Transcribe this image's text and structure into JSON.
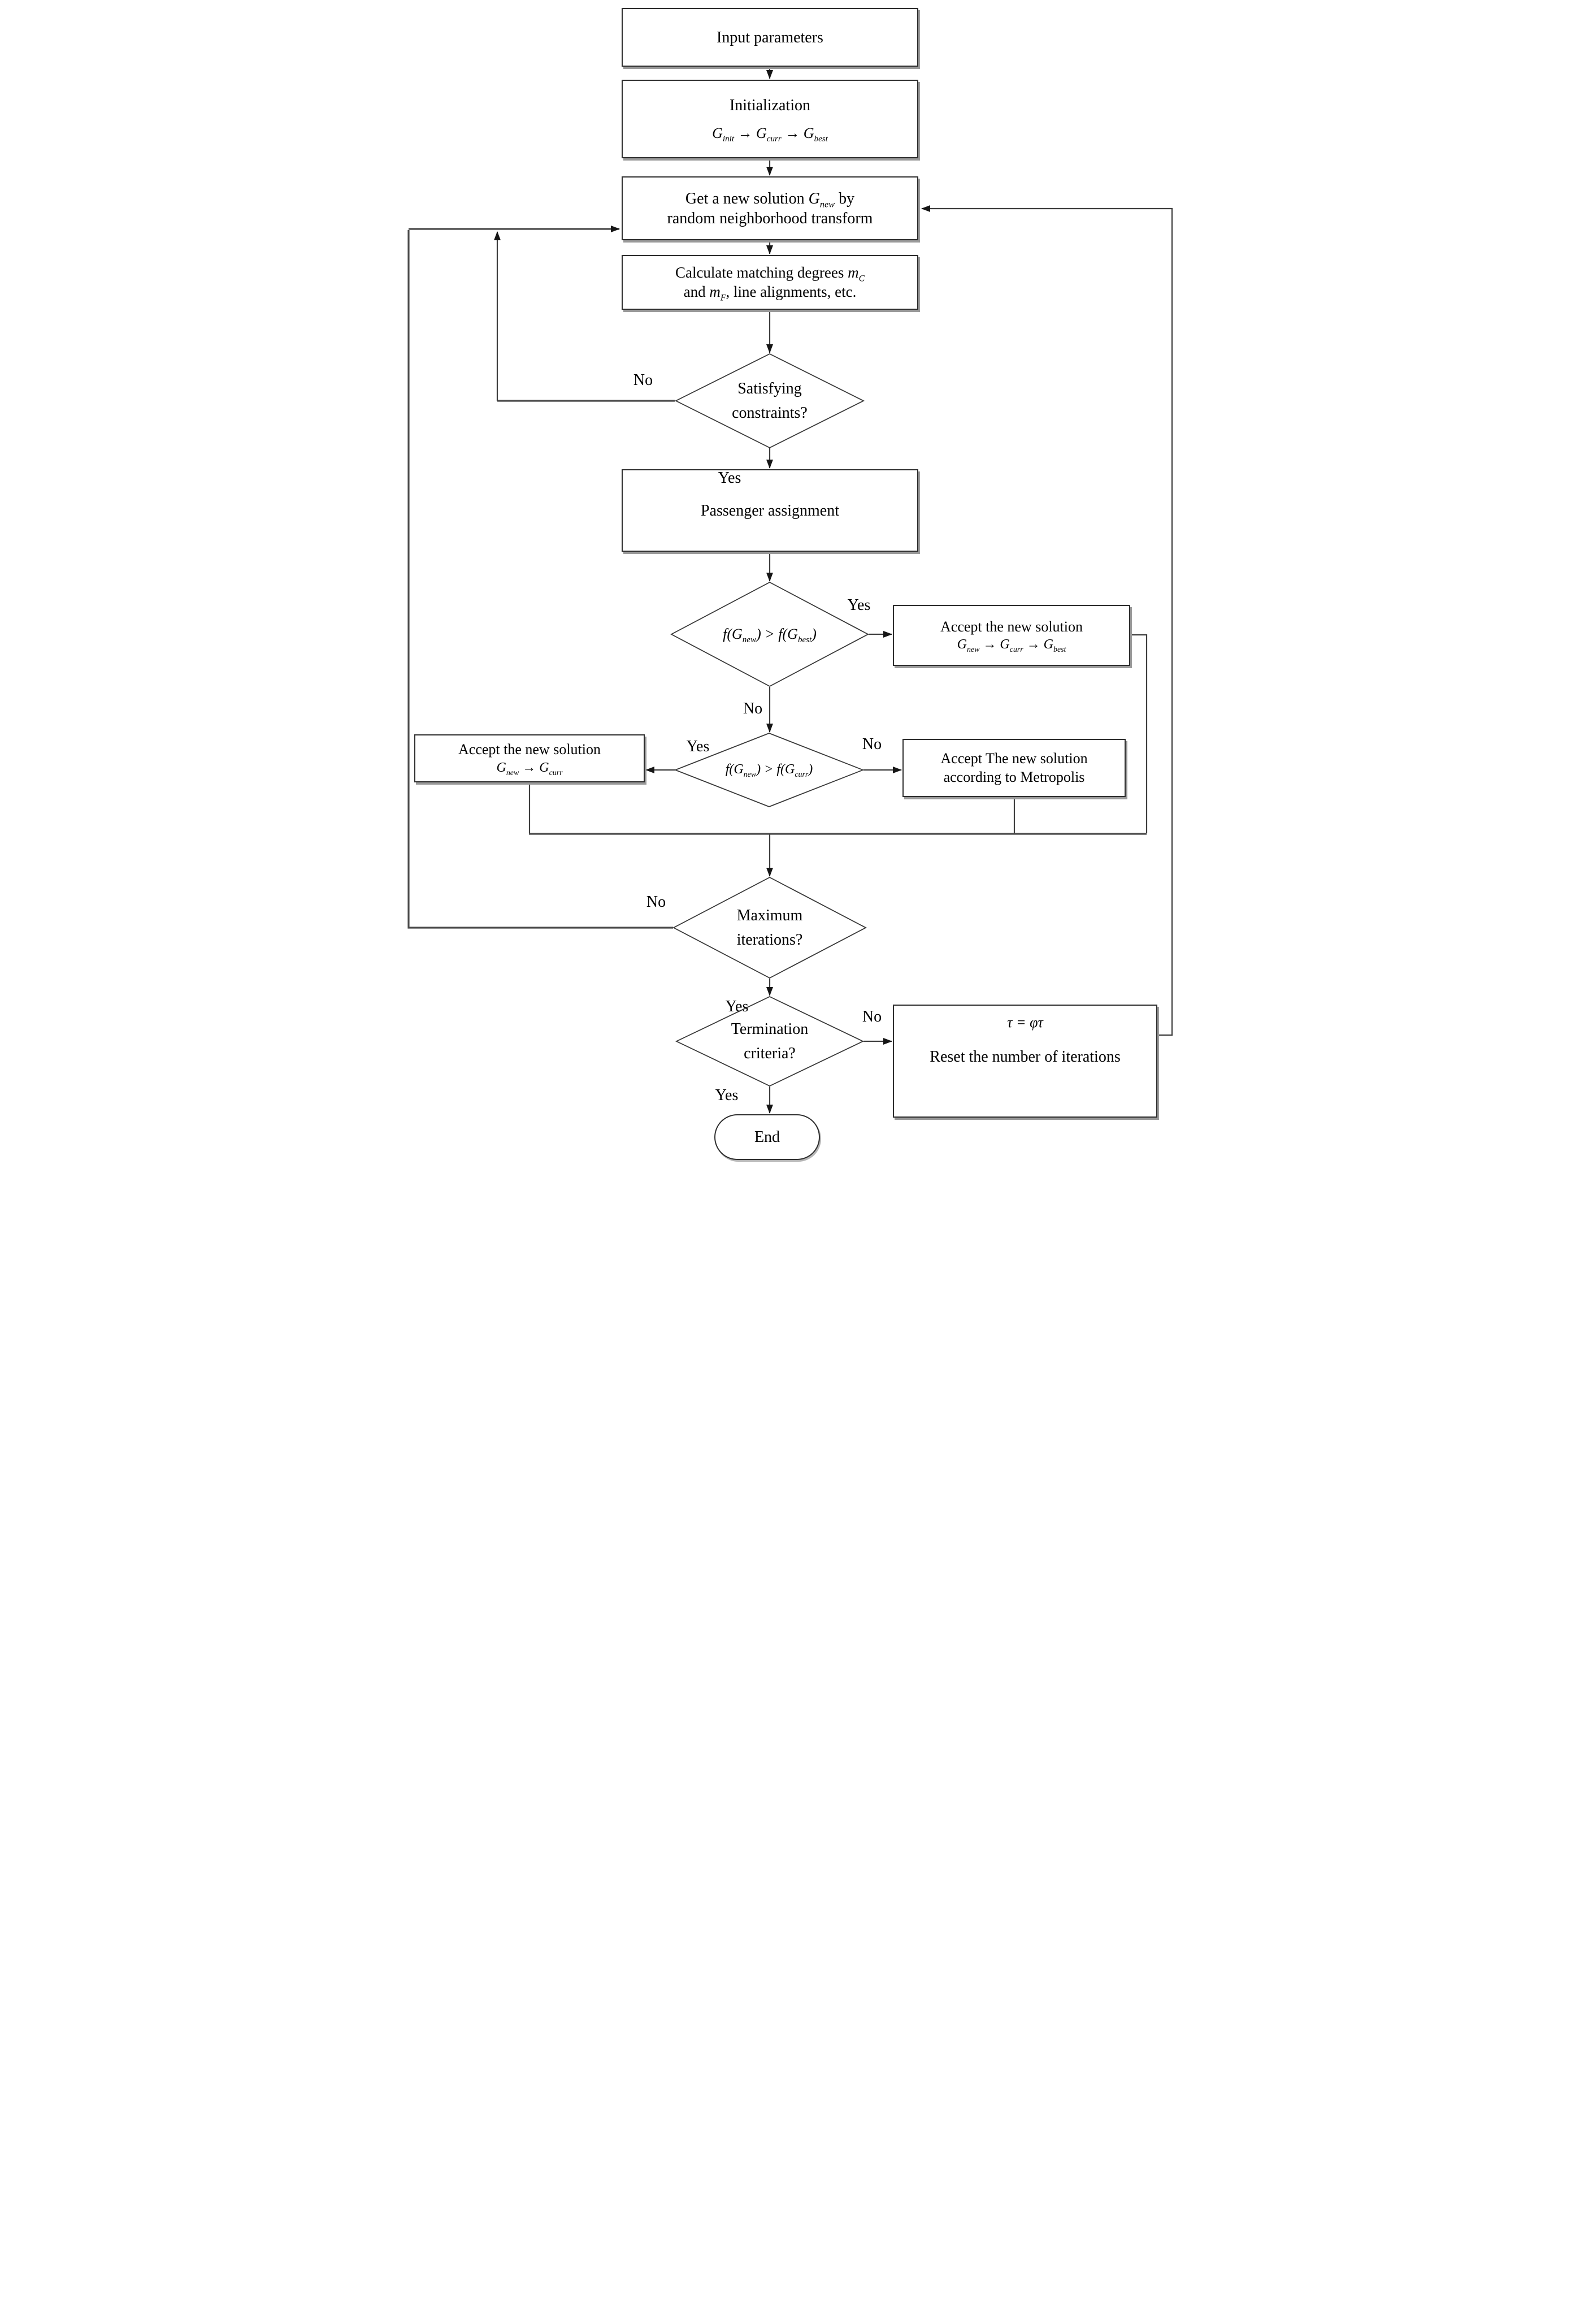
{
  "title": "Simulated annealing optimization flowchart",
  "colors": {
    "background": "#ffffff",
    "line": "#3d3d3d",
    "box_border": "#2e2e2e",
    "shadow": "#9a9a9a",
    "text": "#000000"
  },
  "nodes": {
    "input": {
      "label": "Input parameters"
    },
    "init": {
      "title": "Initialization",
      "formula": "G_{init} → G_{curr} → G_{best}"
    },
    "newsol": {
      "pre": "Get a new solution ",
      "math": "G_{new}",
      "post": " by",
      "line2": "random neighborhood transform"
    },
    "calc": {
      "pre": "Calculate matching degrees ",
      "math1": "m_{C}",
      "line2_pre": "and ",
      "math2": "m_{F}",
      "line2_post": ", line alignments,  etc."
    },
    "constraints": {
      "line1": "Satisfying",
      "line2": "constraints?"
    },
    "assign": {
      "label": "Passenger assignment"
    },
    "fbest": {
      "formula": "f(G_{new}) > f(G_{best})"
    },
    "accept_best": {
      "line1": "Accept the new solution",
      "formula": "G_{new} → G_{curr} → G_{best}"
    },
    "fcurr": {
      "formula": "f(G_{new}) > f(G_{curr})"
    },
    "accept_curr": {
      "line1": "Accept the new solution",
      "formula": "G_{new} → G_{curr}"
    },
    "metropolis": {
      "line1": "Accept The new solution",
      "line2": "according to Metropolis"
    },
    "maxiter": {
      "line1": "Maximum",
      "line2": "iterations?"
    },
    "termination": {
      "line1": "Termination",
      "line2": "criteria?"
    },
    "reset": {
      "formula": "τ = φτ",
      "line2": "Reset the number of iterations"
    },
    "end": {
      "label": "End"
    }
  },
  "edge_labels": {
    "constraints_no": "No",
    "constraints_yes": "Yes",
    "fbest_yes": "Yes",
    "fbest_no": "No",
    "fcurr_yes": "Yes",
    "fcurr_no": "No",
    "maxiter_no": "No",
    "maxiter_yes": "Yes",
    "termination_no": "No",
    "termination_yes": "Yes"
  }
}
